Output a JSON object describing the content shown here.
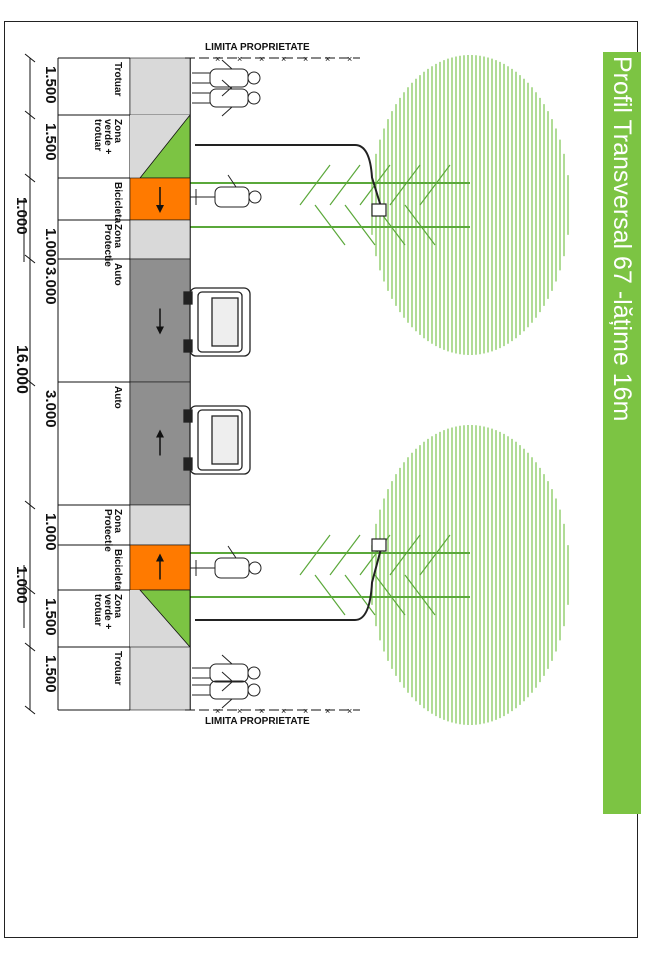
{
  "title": "Profil Transversal 67 -lățime 16m",
  "property_limit": "LIMITA PROPRIETATE",
  "total_width": "16.000",
  "offset_top": "1.000",
  "offset_bottom": "1.000",
  "segments": [
    {
      "label": "Trotuar",
      "width": "1.500",
      "fill": "#d9d9d9",
      "kind": "sidewalk"
    },
    {
      "label": "Zona\nverde +\ntrotuar",
      "width": "1.500",
      "fill": "#7cc443",
      "kind": "green-top"
    },
    {
      "label": "Bicicleta",
      "width": "",
      "fill": "#ff7a00",
      "kind": "bike",
      "direction": "up"
    },
    {
      "label": "Zona\nProtectie",
      "width": "1.000",
      "fill": "#d9d9d9",
      "kind": "buffer"
    },
    {
      "label": "Auto",
      "width": "3.000",
      "fill": "#8f8f8f",
      "kind": "lane",
      "direction": "up"
    },
    {
      "label": "Auto",
      "width": "3.000",
      "fill": "#8f8f8f",
      "kind": "lane",
      "direction": "down"
    },
    {
      "label": "Zona\nProtectie",
      "width": "1.000",
      "fill": "#d9d9d9",
      "kind": "buffer"
    },
    {
      "label": "Bicicleta",
      "width": "",
      "fill": "#ff7a00",
      "kind": "bike",
      "direction": "down"
    },
    {
      "label": "Zona\nverde +\ntrotuar",
      "width": "1.500",
      "fill": "#7cc443",
      "kind": "green-bottom"
    },
    {
      "label": "Trotuar",
      "width": "1.500",
      "fill": "#d9d9d9",
      "kind": "sidewalk"
    }
  ],
  "colors": {
    "green": "#7cc443",
    "orange": "#ff7a00",
    "asphalt": "#8f8f8f",
    "pavement": "#d9d9d9",
    "tree": "#8fce6a"
  }
}
